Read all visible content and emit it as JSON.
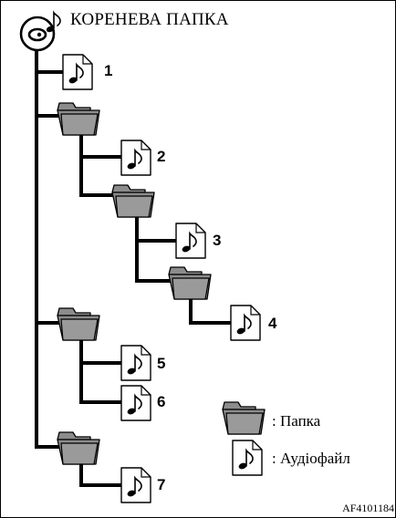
{
  "root": {
    "label": "КОРЕНЕВА ПАПКА",
    "icon": "music-disc-icon"
  },
  "files": [
    {
      "label": "1",
      "icon": "audio-file-icon"
    },
    {
      "label": "2",
      "icon": "audio-file-icon"
    },
    {
      "label": "3",
      "icon": "audio-file-icon"
    },
    {
      "label": "4",
      "icon": "audio-file-icon"
    },
    {
      "label": "5",
      "icon": "audio-file-icon"
    },
    {
      "label": "6",
      "icon": "audio-file-icon"
    },
    {
      "label": "7",
      "icon": "audio-file-icon"
    }
  ],
  "legend": {
    "folder": {
      "text": ": Папка",
      "icon": "folder-icon"
    },
    "audio": {
      "text": ": Аудіофайл",
      "icon": "audio-file-icon"
    }
  },
  "figure_code": "AF4101184"
}
